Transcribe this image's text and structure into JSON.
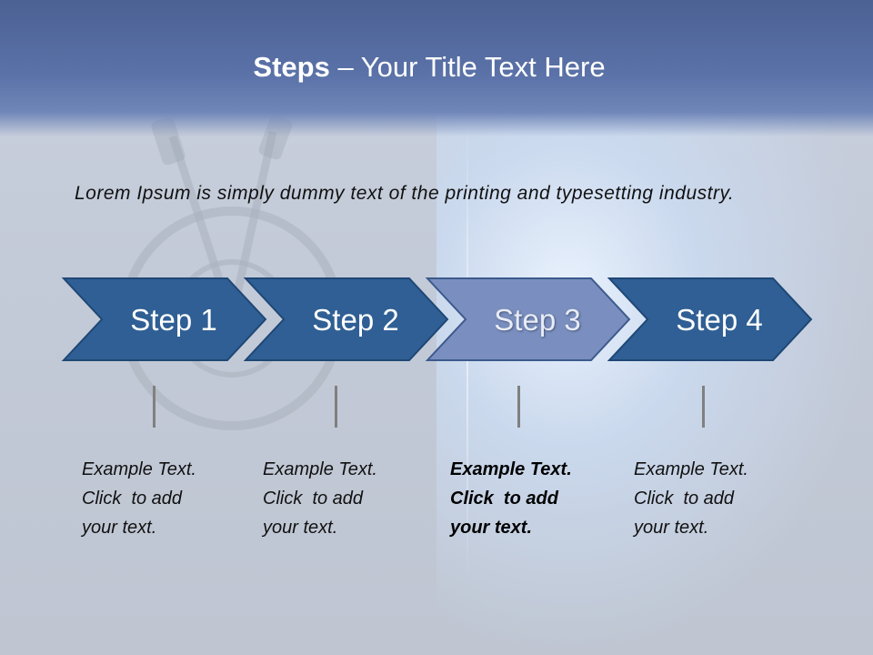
{
  "slide": {
    "title_bold": "Steps",
    "title_rest": " – Your Title Text Here",
    "intro": "Lorem Ipsum is simply dummy text of the printing and typesetting industry."
  },
  "steps": [
    {
      "label": "Step 1",
      "highlight": false,
      "desc": [
        "Example Text.",
        "Click  to add",
        "your text."
      ]
    },
    {
      "label": "Step 2",
      "highlight": false,
      "desc": [
        "Example Text.",
        "Click  to add",
        "your text."
      ]
    },
    {
      "label": "Step 3",
      "highlight": true,
      "desc": [
        "Example Text.",
        "Click  to add",
        "your text."
      ]
    },
    {
      "label": "Step 4",
      "highlight": false,
      "desc": [
        "Example Text.",
        "Click  to add",
        "your text."
      ]
    }
  ],
  "colors": {
    "step_fill": "#2f5f94",
    "step_stroke": "#1f4775",
    "step_highlight_fill": "#7a8fbf",
    "step_highlight_stroke": "#3c5a8c",
    "step_text": "#ffffff",
    "step_highlight_text": "#e8ecf6"
  }
}
